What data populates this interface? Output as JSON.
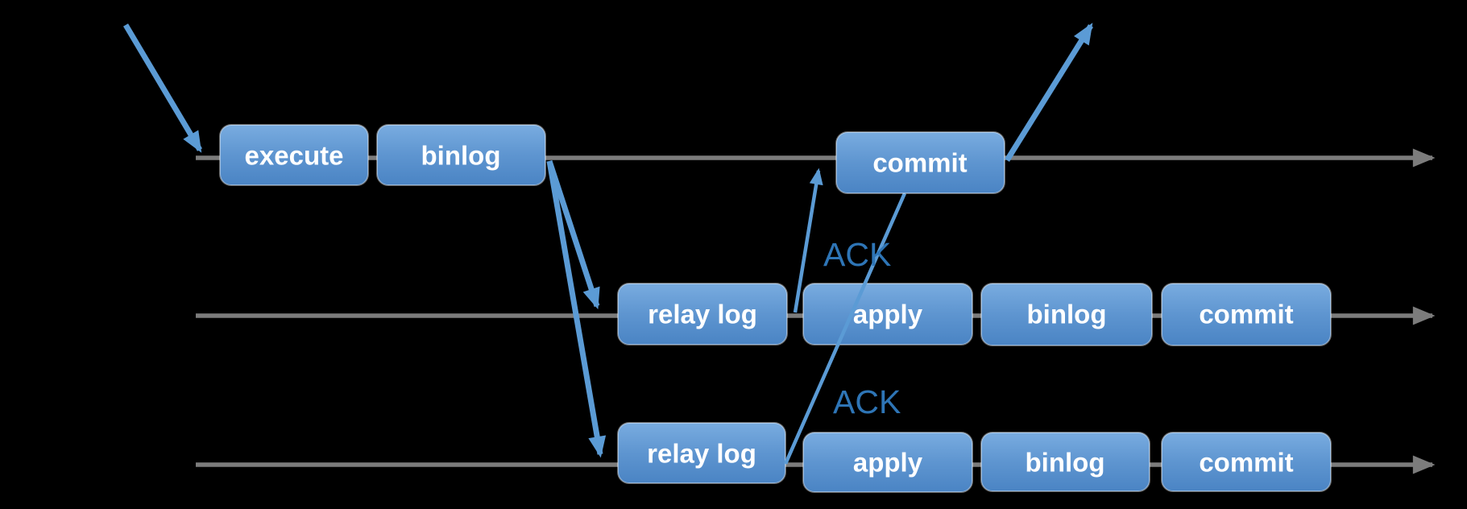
{
  "diagram": {
    "kind": "replication-flow",
    "rows": [
      {
        "boxes": [
          {
            "label": "execute"
          },
          {
            "label": "binlog"
          },
          {
            "label": "commit"
          }
        ]
      },
      {
        "boxes": [
          {
            "label": "relay log"
          },
          {
            "label": "apply"
          },
          {
            "label": "binlog"
          },
          {
            "label": "commit"
          }
        ]
      },
      {
        "boxes": [
          {
            "label": "relay log"
          },
          {
            "label": "apply"
          },
          {
            "label": "binlog"
          },
          {
            "label": "commit"
          }
        ]
      }
    ],
    "annotations": [
      {
        "label": "ACK"
      },
      {
        "label": "ACK"
      }
    ],
    "colors": {
      "background": "#000000",
      "timeline_gray": "#7c7c7c",
      "arrow_blue": "#5B9BD5",
      "ack_text_blue": "#2E75B6",
      "box_gradient_top": "#76AADF",
      "box_gradient_bottom": "#4A84C4"
    }
  }
}
